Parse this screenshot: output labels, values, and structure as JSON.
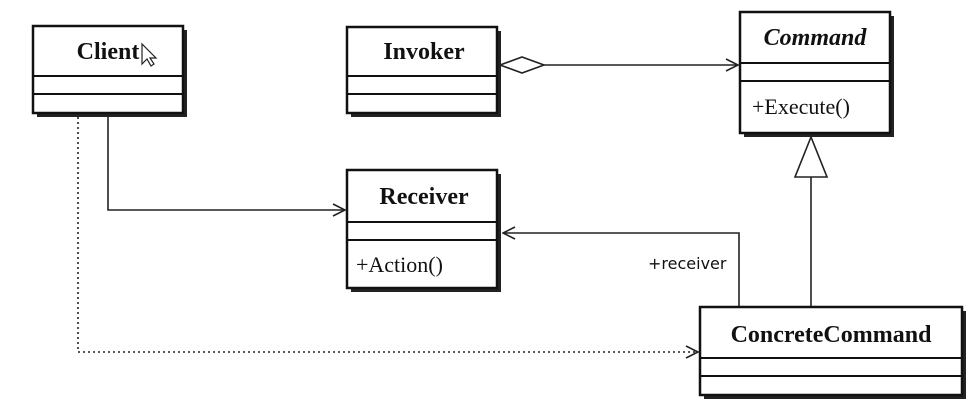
{
  "classes": {
    "client": {
      "name": "Client"
    },
    "invoker": {
      "name": "Invoker"
    },
    "command": {
      "name": "Command",
      "operation": "+Execute()"
    },
    "receiver": {
      "name": "Receiver",
      "operation": "+Action()"
    },
    "concrete_command": {
      "name": "ConcreteCommand"
    }
  },
  "relations": {
    "receiver_role": "+receiver"
  },
  "colors": {
    "ink": "#111111",
    "background": "#ffffff"
  }
}
